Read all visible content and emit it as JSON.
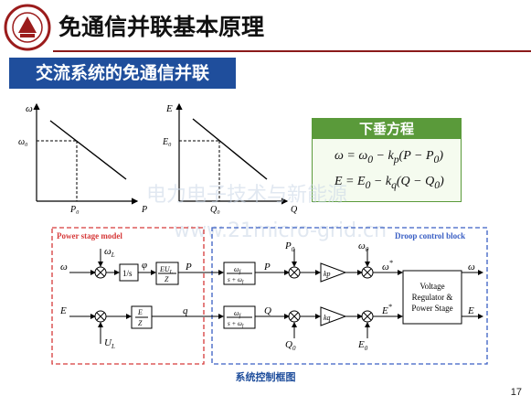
{
  "header": {
    "title": "免通信并联基本原理",
    "subtitle": "交流系统的免通信并联"
  },
  "graph_w": {
    "ylabel": "ω",
    "y0": "ω₀",
    "x0": "P₀",
    "xlabel": "P"
  },
  "graph_e": {
    "ylabel": "E",
    "y0": "E₀",
    "x0": "Q₀",
    "xlabel": "Q"
  },
  "droop": {
    "heading": "下垂方程",
    "eq1_lhs": "ω = ω",
    "eq1_mid": "0",
    "eq1_rhs": " − k",
    "eq1_k": "p",
    "eq1_tail": "(P − P",
    "eq1_t0": "0",
    "eq1_end": ")",
    "eq2_lhs": "E = E",
    "eq2_mid": "0",
    "eq2_rhs": " − k",
    "eq2_k": "q",
    "eq2_tail": "(Q − Q",
    "eq2_t0": "0",
    "eq2_end": ")"
  },
  "watermark": {
    "line1": "电力电子技术与新能源",
    "line2": "www.21micro-grid.cn"
  },
  "diagram": {
    "power_stage_label": "Power stage model",
    "droop_block_label": "Droop control block",
    "in_w": "ω",
    "wl": "ω",
    "wl_sub": "L",
    "int": "1/s",
    "phi": "φ",
    "eu": "EU",
    "eu_sub": "L",
    "z": "Z",
    "P": "P",
    "in_E": "E",
    "ez_num": "E",
    "ez_den": "Z",
    "q": "q",
    "ul": "U",
    "ul_sub": "L",
    "lpf_num": "ω",
    "lpf_num_sub": "f",
    "lpf_den": "s + ω",
    "lpf_den_sub": "f",
    "P2": "P",
    "Q2": "Q",
    "P0": "P",
    "P0_sub": "0",
    "Q0": "Q",
    "Q0_sub": "0",
    "kp": "kp",
    "kq": "kq",
    "w0": "ω",
    "w0_sub": "0",
    "E0": "E",
    "E0_sub": "0",
    "wstar": "ω",
    "Estar": "E",
    "star": "*",
    "vr1": "Voltage",
    "vr2": "Regulator &",
    "vr3": "Power Stage",
    "out_w": "ω",
    "out_E": "E"
  },
  "caption": "系统控制框图",
  "page_number": "17",
  "colors": {
    "brand_red": "#8b1a1a",
    "sub_blue": "#1f4e9c",
    "eq_green": "#5a9a3a",
    "power_dash": "#d63a3a",
    "droop_dash": "#3a5fc4"
  }
}
